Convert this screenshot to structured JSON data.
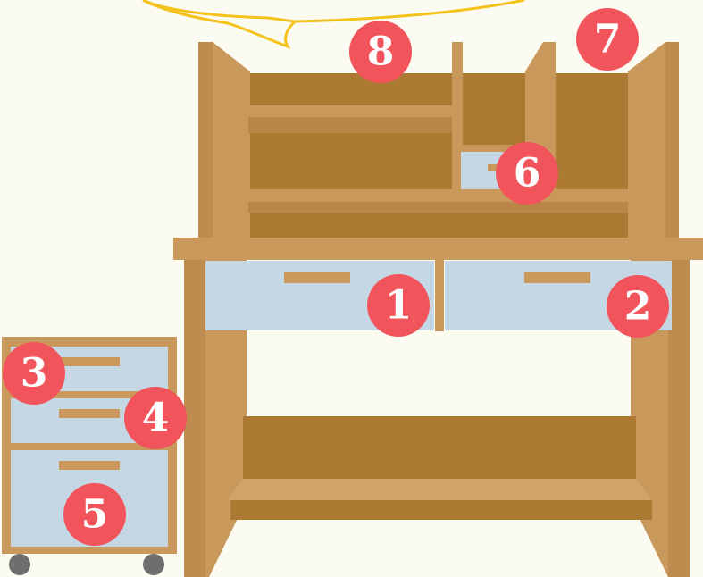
{
  "colors": {
    "background": "#fbfbf2",
    "wood_light": "#c9995c",
    "wood_mid": "#be8c4f",
    "wood_dark": "#ad7a33",
    "drawer_face": "#c5d6e5",
    "badge": "#f2545b",
    "bubble_outline": "#f4c21a",
    "wheel": "#6e6e6e"
  },
  "labels": [
    {
      "id": "drawer-1",
      "text": "1"
    },
    {
      "id": "drawer-2",
      "text": "2"
    },
    {
      "id": "drawer-3",
      "text": "3"
    },
    {
      "id": "drawer-4",
      "text": "4"
    },
    {
      "id": "drawer-5",
      "text": "5"
    },
    {
      "id": "drawer-6",
      "text": "6"
    },
    {
      "id": "compartment-7",
      "text": "7"
    },
    {
      "id": "compartment-8",
      "text": "8"
    }
  ]
}
